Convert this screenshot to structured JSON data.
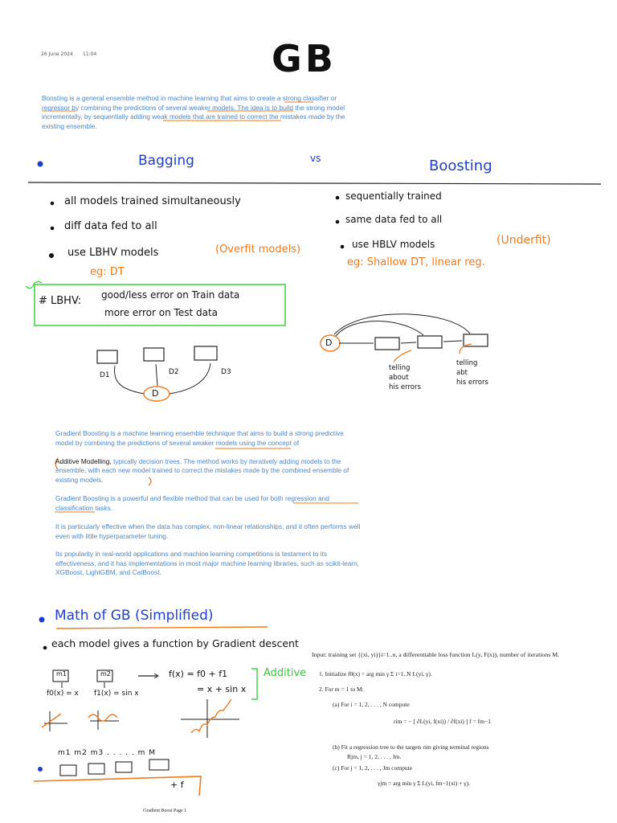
{
  "header": {
    "date": "26 June 2024",
    "time": "11:04",
    "title": "GB"
  },
  "intro": "Boosting is a general ensemble method in machine learning that aims to create a strong classifier or regressor by combining the predictions of several weaker models. The idea is to build the strong model incrementally, by sequentially adding weak models that are trained to correct the mistakes made by the existing ensemble.",
  "compare": {
    "left_title": "Bagging",
    "vs": "vs",
    "right_title": "Boosting",
    "left": [
      "all models trained simultaneously",
      "diff data fed to all",
      "use LBHV models"
    ],
    "left_note": "(Overfit models)",
    "left_eg": "eg: DT",
    "right": [
      "sequentially trained",
      "same data fed to all",
      "use HBLV models"
    ],
    "right_note": "(Underfit)",
    "right_eg": "eg: Shallow DT, linear reg.",
    "lbhv_box": {
      "label": "# LBHV:",
      "line1": "good/less error on Train data",
      "line2": "more error on Test data"
    }
  },
  "diagram": {
    "bag_labels": [
      "D1",
      "D2",
      "D3"
    ],
    "bag_source": "D",
    "boost_source": "D",
    "boost_note1": [
      "telling",
      "about",
      "his errors"
    ],
    "boost_note2": [
      "telling",
      "abt",
      "his errors"
    ]
  },
  "gb_paragraphs": {
    "p1a": "Gradient Boosting is a machine learning ensemble technique that aims to build a strong predictive model by combining the predictions of several weaker models using the concept of",
    "p1b_strong": "Additive Modelling,",
    "p1b_rest": " typically decision trees. The method works by iteratively adding models to the ensemble, with each new model trained to correct the mistakes made by the combined ensemble of existing models.",
    "p2": "Gradient Boosting is a powerful and flexible method that can be used for both regression and classification tasks.",
    "p3": "It is particularly effective when the data has complex, non-linear relationships, and it often performs well even with little hyperparameter tuning.",
    "p4": "Its popularity in real-world applications and machine learning competitions is testament to its effectiveness, and it has implementations in most major machine learning libraries, such as scikit-learn, XGBoost, LightGBM, and CatBoost."
  },
  "math": {
    "heading": "Math of GB (Simplified)",
    "bullet1": "each model gives a function by Gradient descent",
    "m1": "m1",
    "m2": "m2",
    "f0": "f0(x) = x",
    "f1": "f1(x) = sin x",
    "fx1": "f(x) = f0 + f1",
    "fx2": "= x + sin x",
    "additive": "Additive",
    "bottom_models": "m1  m2  m3  . . . . . m M"
  },
  "algorithm": {
    "input": "Input: training set {(xi, yi)}i=1..n, a differentiable loss function L(y, F(x)), number of iterations M.",
    "s1": "1.  Initialize f0(x) = arg min γ Σ i=1..N L(yi, γ).",
    "s2": "2.  For m = 1 to M:",
    "sa": "(a)  For i = 1, 2, . . . , N compute",
    "eq": "rim = − [ ∂L(yi, f(xi)) / ∂f(xi) ] f = fm−1",
    "sb": "(b)  Fit a regression tree to the targets rim giving terminal regions",
    "sb2": "Rjm, j = 1, 2, . . . , Jm.",
    "sc": "(c)  For j = 1, 2, . . . , Jm compute",
    "sc2": "γjm = arg min γ Σ L(yi, fm−1(xi) + γ)."
  },
  "footer": "Gradient Boost Page 1"
}
